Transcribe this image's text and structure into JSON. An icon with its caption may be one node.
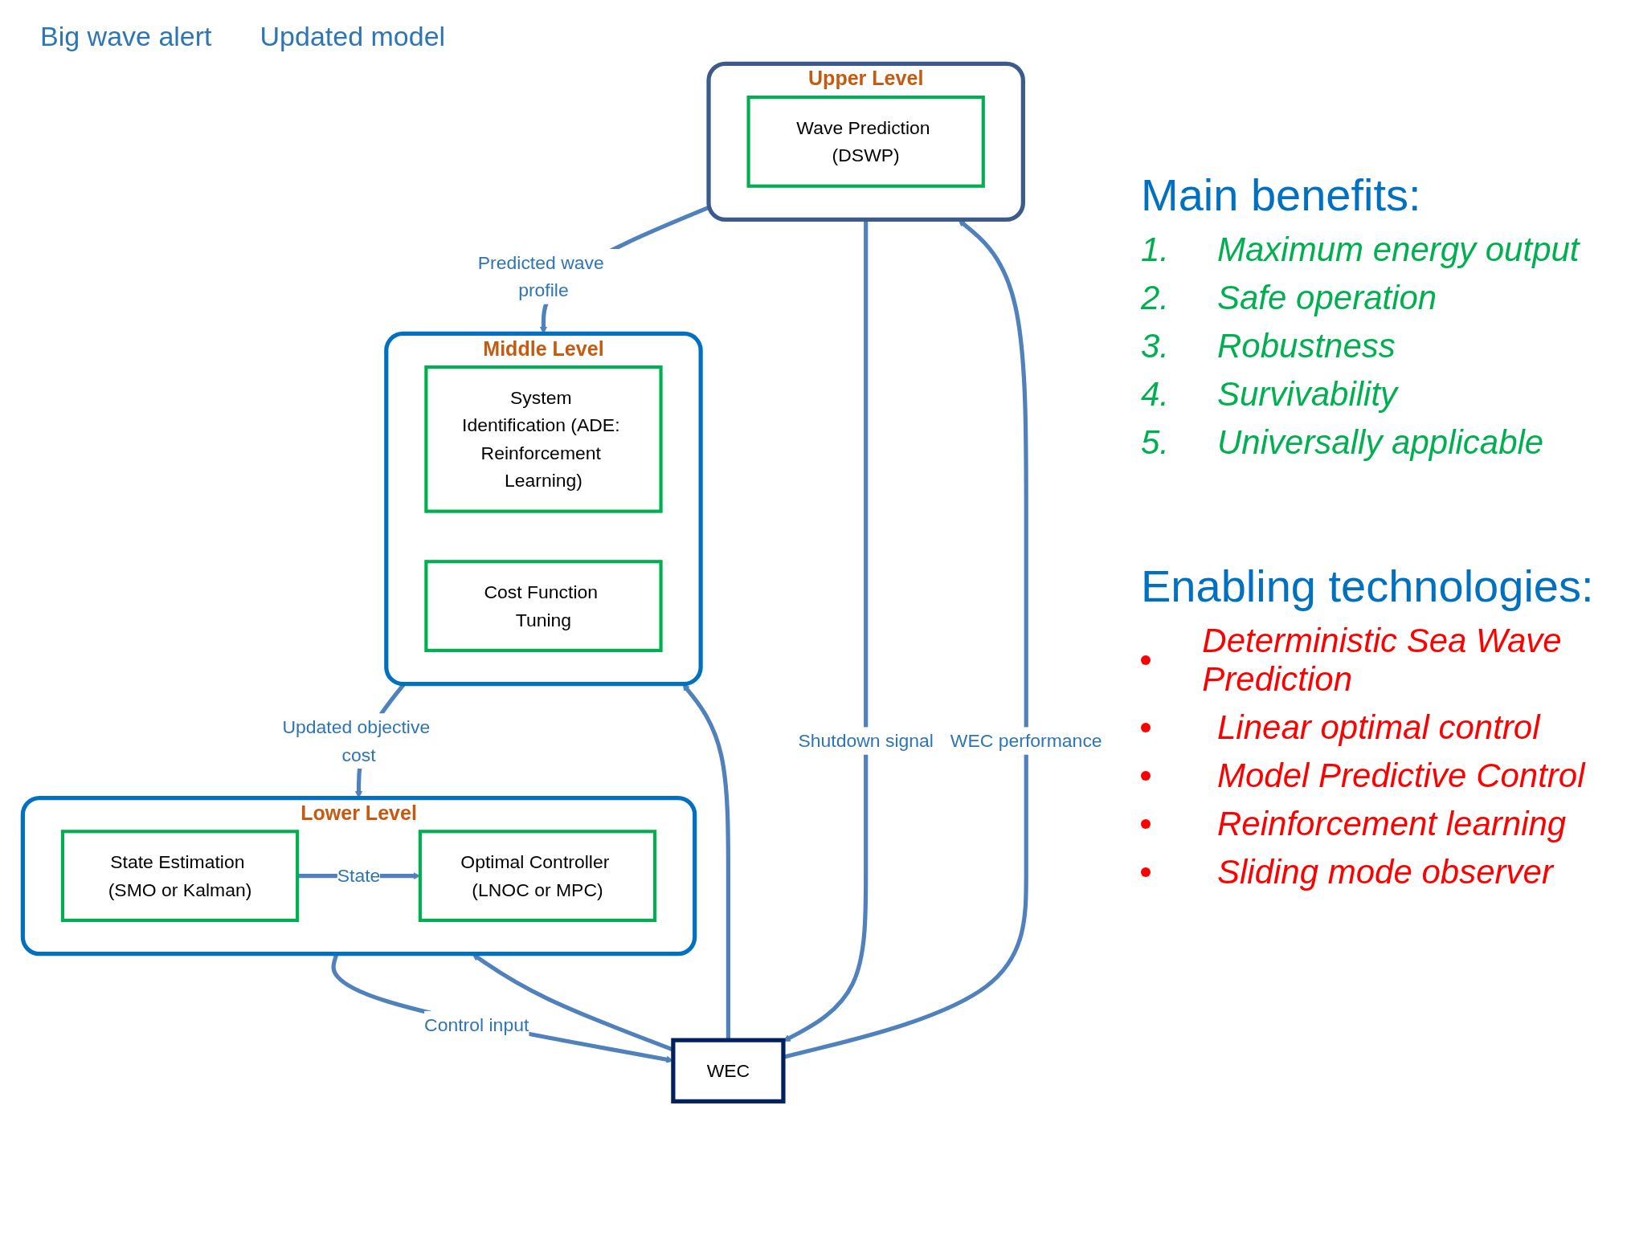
{
  "diagram": {
    "nodes": [
      {
        "text": [
          "Upper Level"
        ]
      },
      {
        "text": [
          "Wave Prediction (DSWP)"
        ],
        "in": 0
      },
      {
        "text": [
          "Middle Level"
        ]
      },
      {
        "text": [
          "System Identification (ADE: Reinforcement Learning)"
        ],
        "in": 2
      },
      {
        "text": [
          "Cost Function Tuning"
        ],
        "in": 2
      },
      {
        "text": [
          "Lower Level"
        ]
      },
      {
        "text": [
          "State Estimation (SMO or Kalman)"
        ],
        "in": 5
      },
      {
        "text": [
          "Optimal Controller (LNOC or MPC)"
        ],
        "in": 5
      },
      {
        "text": [
          "WEC"
        ]
      }
    ],
    "edges": [
      {
        "from": 0,
        "to": 2,
        "arrow": "to",
        "label": "Predicted wave profile"
      },
      {
        "from": 2,
        "to": 5,
        "arrow": "to",
        "label": "Updated objective cost"
      },
      {
        "from": 6,
        "to": 7,
        "arrow": "to",
        "label": "State"
      },
      {
        "from": 5,
        "to": 8,
        "arrow": "to",
        "label": "Control input"
      },
      {
        "from": 0,
        "to": 8,
        "arrow": "to",
        "label": "Shutdown signal"
      },
      {
        "from": 8,
        "to": 0,
        "arrow": "to",
        "label": "WEC performance"
      },
      {
        "from": 8,
        "to": 2,
        "arrow": "to"
      },
      {
        "from": 8,
        "to": 5,
        "arrow": "to"
      }
    ],
    "labels": [
      "Big wave alert",
      "Updated model",
      "Main benefits:",
      "1.",
      "Maximum energy output",
      "2.",
      "Safe operation",
      "3.",
      "Robustness",
      "4.",
      "Survivability",
      "5.",
      "Universally applicable",
      "Enabling technologies:",
      "Deterministic Sea Wave Prediction",
      "Linear optimal control",
      "Model Predictive Control",
      "Reinforcement learning",
      "Sliding mode observer"
    ]
  }
}
